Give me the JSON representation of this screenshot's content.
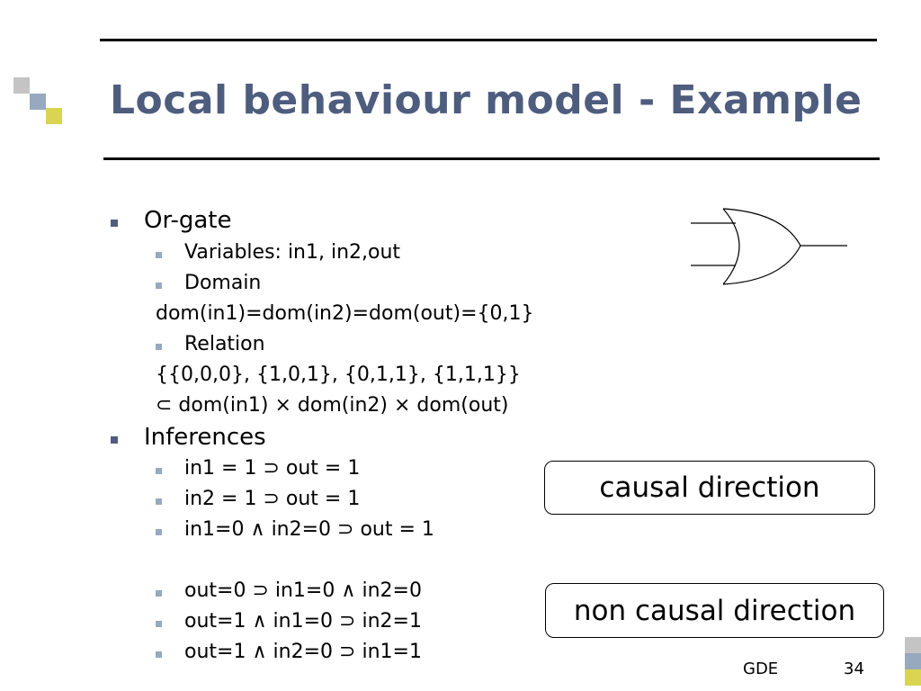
{
  "slide": {
    "title": "Local behaviour model - Example",
    "bullets": {
      "or_gate": "Or-gate",
      "variables": "Variables: in1, in2,out",
      "domain": "Domain",
      "domain_def": "dom(in1)=dom(in2)=dom(out)={0,1}",
      "relation": "Relation",
      "relation_set": "{{0,0,0}, {1,0,1}, {0,1,1}, {1,1,1}}",
      "relation_subset": "⊂ dom(in1) × dom(in2) × dom(out)",
      "inferences": "Inferences",
      "inf1": "in1 = 1 ⊃ out = 1",
      "inf2": "in2 = 1 ⊃ out = 1",
      "inf3": "in1=0 ∧ in2=0 ⊃ out = 1",
      "inf4": "out=0 ⊃ in1=0 ∧ in2=0",
      "inf5": "out=1 ∧ in1=0 ⊃ in2=1",
      "inf6": "out=1 ∧ in2=0 ⊃ in1=1"
    },
    "callouts": {
      "causal": "causal direction",
      "non_causal": "non causal direction"
    },
    "footer": {
      "label": "GDE",
      "page": "34"
    }
  },
  "colors": {
    "title": "#4e5d7e",
    "deco_gray": "#c4c4c4",
    "deco_blue": "#97a9be",
    "deco_yellow": "#d9d552"
  },
  "icons": [
    "or-gate-symbol-icon"
  ]
}
